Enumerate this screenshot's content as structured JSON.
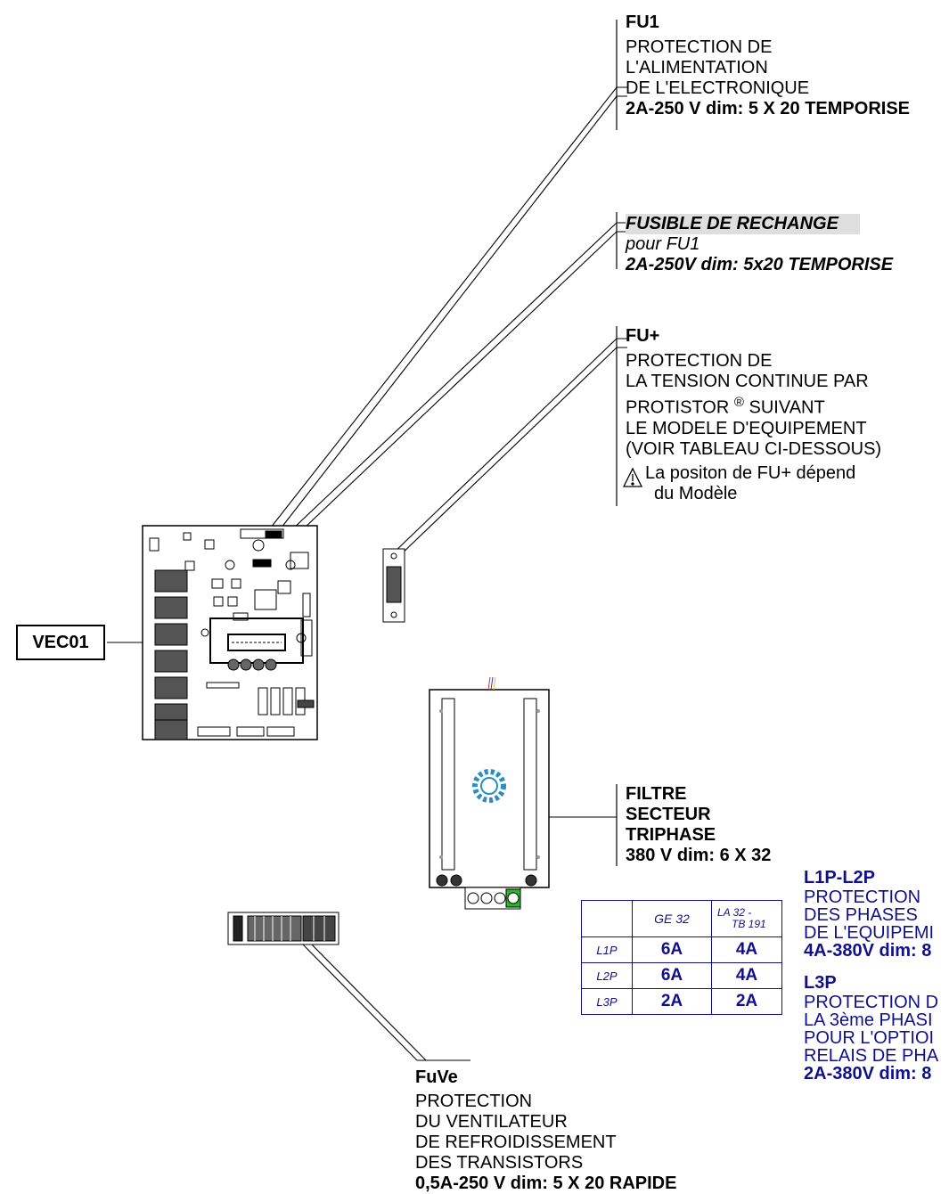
{
  "fu1": {
    "title": "FU1",
    "lines": [
      "PROTECTION DE",
      "L'ALIMENTATION",
      "DE L'ELECTRONIQUE"
    ],
    "spec": "2A-250 V dim: 5 X 20 TEMPORISE"
  },
  "spare": {
    "title": "FUSIBLE DE RECHANGE",
    "line": "pour FU1",
    "spec": "2A-250V dim: 5x20 TEMPORISE"
  },
  "fuplus": {
    "title": "FU+",
    "line1": "PROTECTION DE",
    "line2": "LA TENSION CONTINUE PAR",
    "line3a": "PROTISTOR",
    "registered": "®",
    "line3b": "SUIVANT",
    "line4": "LE MODELE D'EQUIPEMENT",
    "line5": "(VOIR TABLEAU CI-DESSOUS)",
    "warning_icon": "warning-triangle-icon",
    "note1": "La positon de FU+ dépend",
    "note2": "du Modèle"
  },
  "vec": {
    "label": "VEC01"
  },
  "filter": {
    "lines": [
      "FILTRE",
      "SECTEUR",
      "TRIPHASE"
    ],
    "spec": "380 V dim: 6 X 32"
  },
  "l1l2": {
    "title": "L1P-L2P",
    "lines": [
      "PROTECTION",
      "DES PHASES",
      "DE L'EQUIPEMI"
    ],
    "spec": "4A-380V dim: 8"
  },
  "l3": {
    "title": "L3P",
    "lines": [
      "PROTECTION D",
      "LA 3ème PHASI",
      "POUR L'OPTIOI",
      "RELAIS DE PHA"
    ],
    "spec": "2A-380V dim: 8"
  },
  "fuve": {
    "title": "FuVe",
    "lines": [
      "PROTECTION",
      "DU VENTILATEUR",
      "DE REFROIDISSEMENT",
      "DES TRANSISTORS"
    ],
    "spec": "0,5A-250 V dim: 5 X 20 RAPIDE"
  },
  "table": {
    "headers": [
      "",
      "GE 32",
      "LA 32 -",
      "TB 191"
    ],
    "rows": [
      {
        "label": "L1P",
        "ge32": "6A",
        "la32": "4A"
      },
      {
        "label": "L2P",
        "ge32": "6A",
        "la32": "4A"
      },
      {
        "label": "L3P",
        "ge32": "2A",
        "la32": "2A"
      }
    ]
  },
  "colors": {
    "text_navy": "#10108a",
    "label_shade": "#dedede",
    "terminal_green": "#22bb22",
    "logo_blue": "#2a8fbf"
  }
}
